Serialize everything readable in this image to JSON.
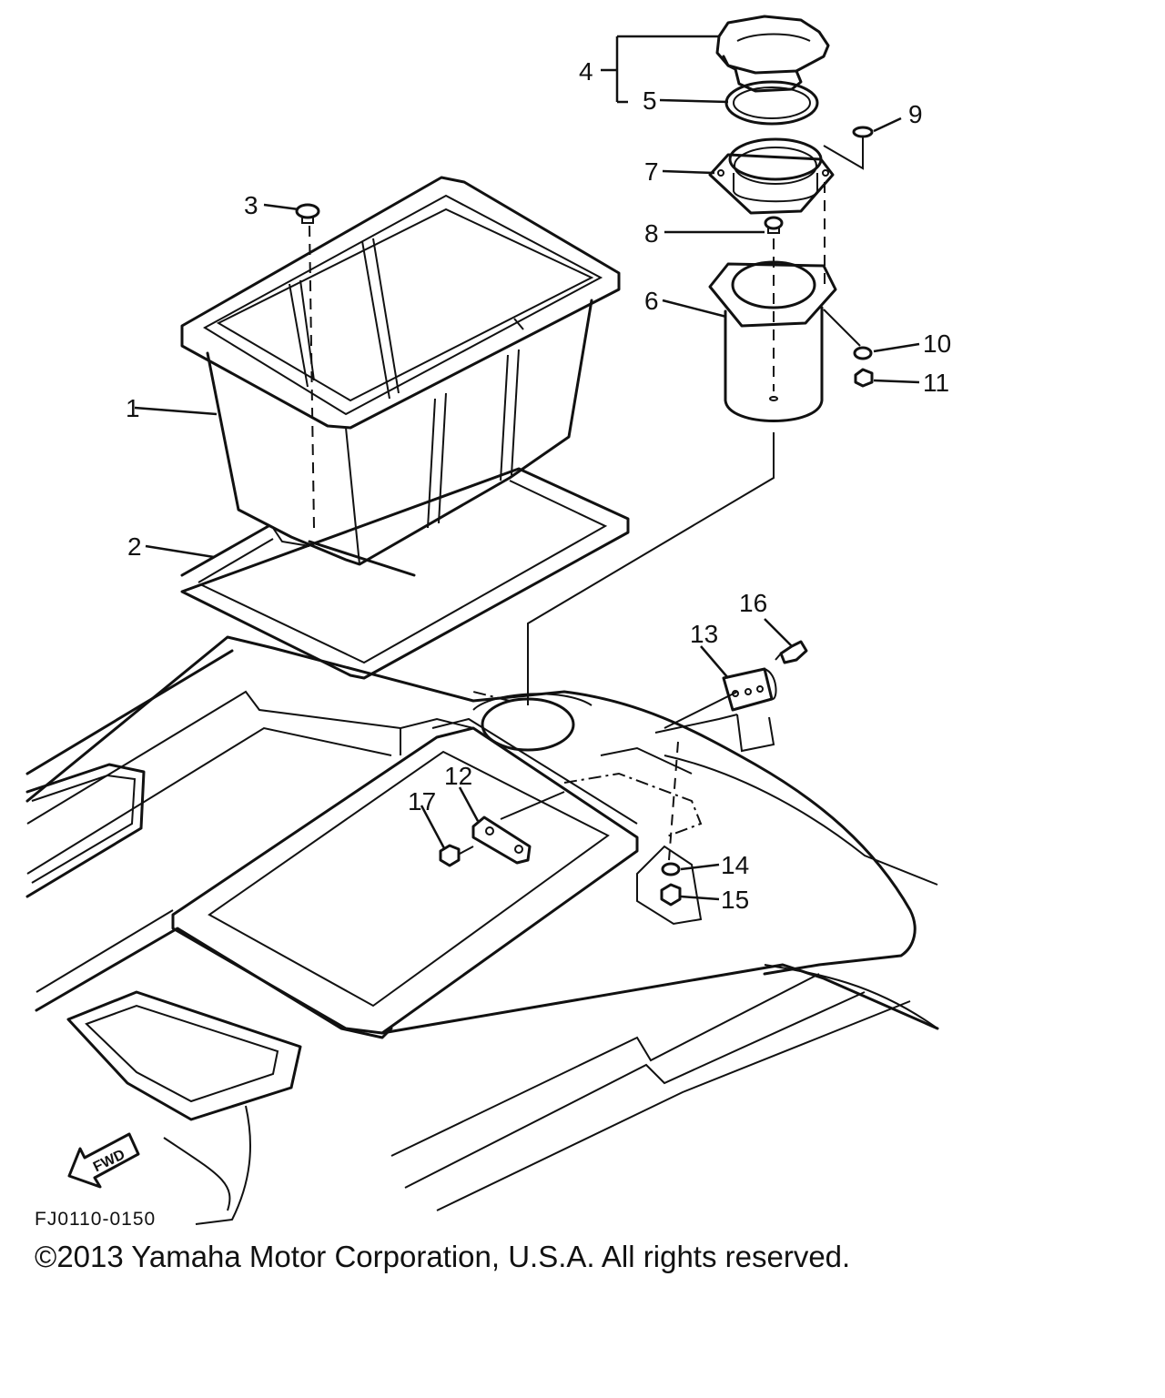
{
  "diagram": {
    "code": "FJ0110-0150",
    "copyright": "©2013 Yamaha Motor Corporation, U.S.A. All rights reserved.",
    "fwd_label": "FWD",
    "part_numbers": [
      "1",
      "2",
      "3",
      "4",
      "5",
      "6",
      "7",
      "8",
      "9",
      "10",
      "11",
      "12",
      "13",
      "14",
      "15",
      "16",
      "17"
    ]
  }
}
